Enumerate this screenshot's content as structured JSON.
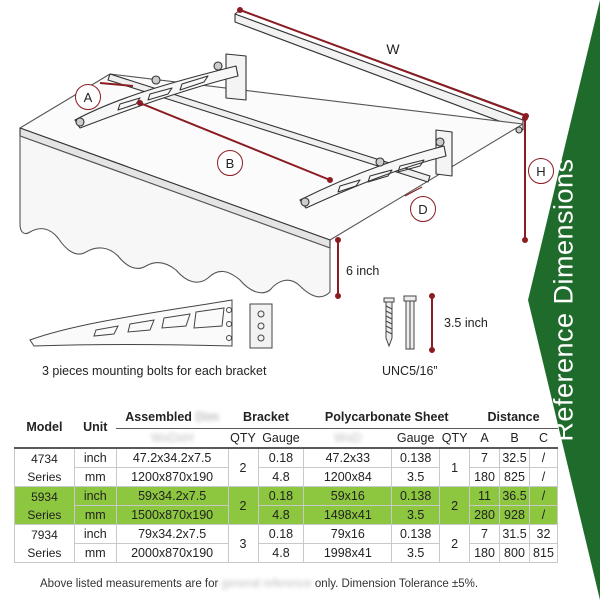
{
  "banner": {
    "text": "Reference Dimensions",
    "color": "#1f6b2b"
  },
  "drawing": {
    "labels": {
      "w": "W",
      "a": "A",
      "b": "B",
      "d": "D",
      "h": "H"
    },
    "drop_label": "6 inch",
    "bolt_length_label": "3.5 inch",
    "bolt_thread_label": "UNC5/16”",
    "bolts_caption": "3 pieces mounting bolts for each bracket",
    "dimension_line_color": "#8a1c22"
  },
  "table": {
    "headers": {
      "model": "Model",
      "unit": "Unit",
      "assembled": "Assembled",
      "bracket": "Bracket",
      "sheet": "Polycarbonate Sheet",
      "distance": "Distance",
      "qty": "QTY",
      "gauge": "Gauge",
      "a": "A",
      "b": "B",
      "c": "C"
    },
    "highlight_color": "#8dc63f",
    "models": [
      {
        "model": "4734",
        "series": "Series",
        "bracket_qty": "2",
        "sheet_qty": "1",
        "rows": [
          {
            "unit": "inch",
            "assembled": "47.2x34.2x7.5",
            "gauge": "0.18",
            "sheet": "47.2x33",
            "sheet_gauge": "0.138",
            "a": "7",
            "b": "32.5",
            "c": "/"
          },
          {
            "unit": "mm",
            "assembled": "1200x870x190",
            "gauge": "4.8",
            "sheet": "1200x84",
            "sheet_gauge": "3.5",
            "a": "180",
            "b": "825",
            "c": "/"
          }
        ]
      },
      {
        "model": "5934",
        "series": "Series",
        "bracket_qty": "2",
        "sheet_qty": "2",
        "rows": [
          {
            "unit": "inch",
            "assembled": "59x34.2x7.5",
            "gauge": "0.18",
            "sheet": "59x16",
            "sheet_gauge": "0.138",
            "a": "11",
            "b": "36.5",
            "c": "/"
          },
          {
            "unit": "mm",
            "assembled": "1500x870x190",
            "gauge": "4.8",
            "sheet": "1498x41",
            "sheet_gauge": "3.5",
            "a": "280",
            "b": "928",
            "c": "/"
          }
        ]
      },
      {
        "model": "7934",
        "series": "Series",
        "bracket_qty": "3",
        "sheet_qty": "2",
        "rows": [
          {
            "unit": "inch",
            "assembled": "79x34.2x7.5",
            "gauge": "0.18",
            "sheet": "79x16",
            "sheet_gauge": "0.138",
            "a": "7",
            "b": "31.5",
            "c": "32"
          },
          {
            "unit": "mm",
            "assembled": "2000x870x190",
            "gauge": "4.8",
            "sheet": "1998x41",
            "sheet_gauge": "3.5",
            "a": "180",
            "b": "800",
            "c": "815"
          }
        ]
      }
    ]
  },
  "footnote": {
    "before": "Above listed measurements are for",
    "after": "only. Dimension Tolerance ±5%."
  }
}
